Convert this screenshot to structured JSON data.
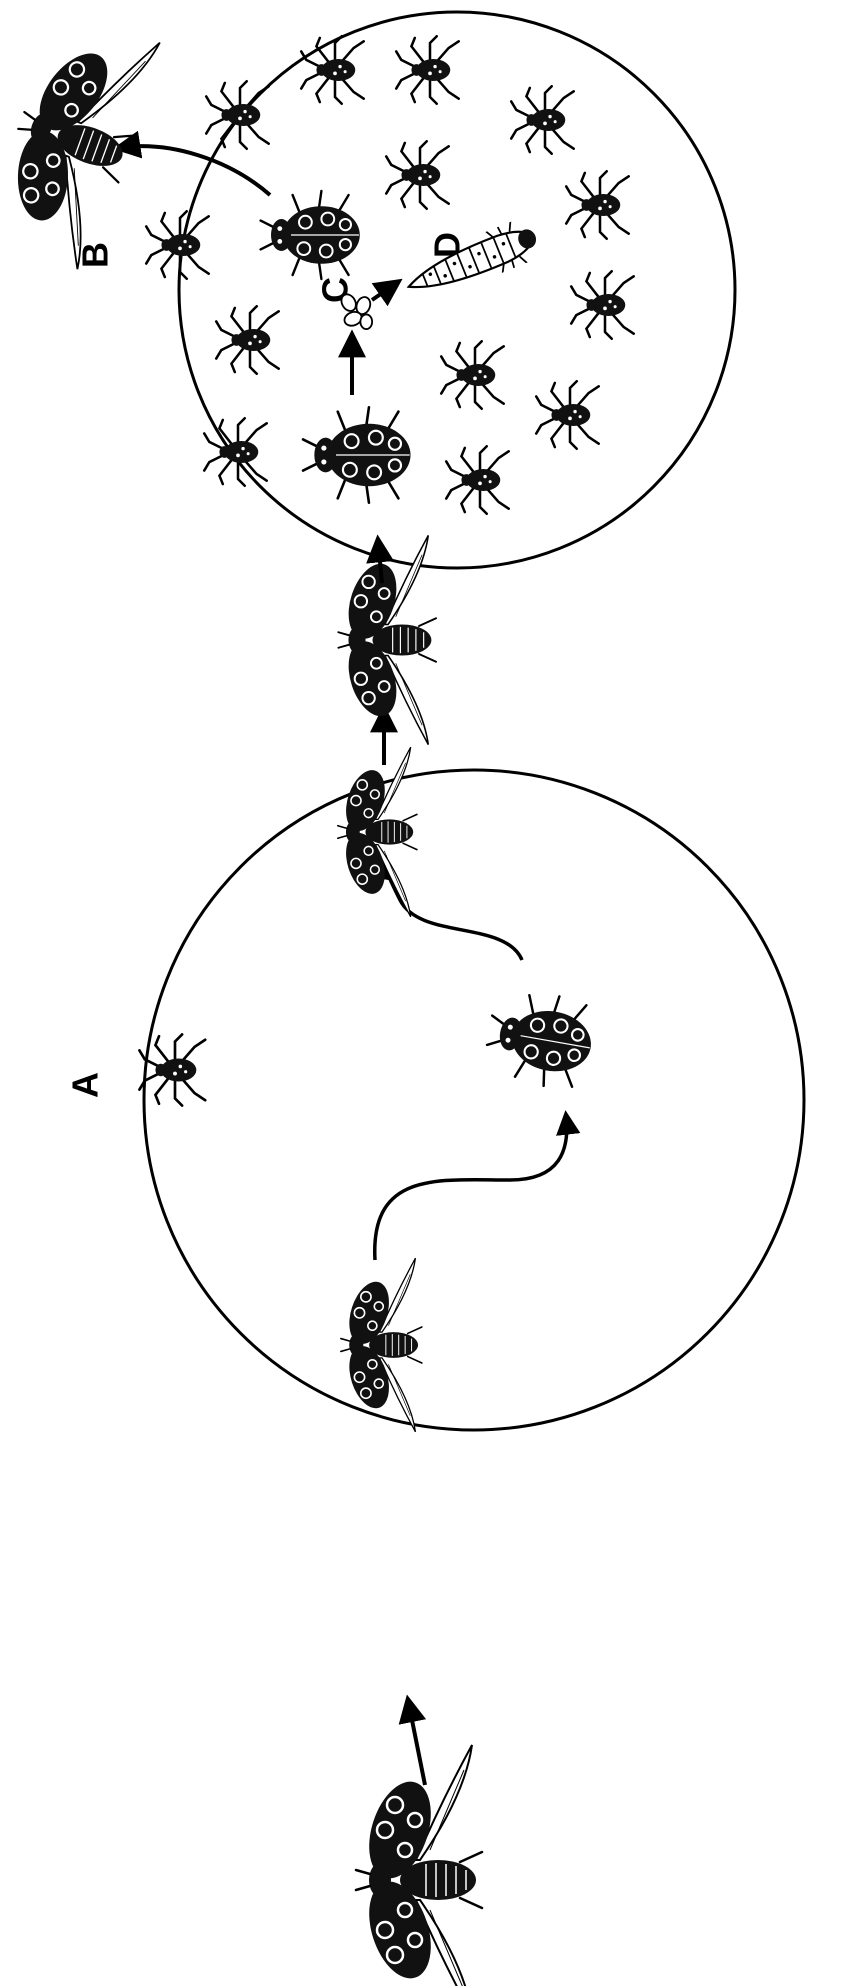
{
  "labels": {
    "a": "A",
    "b": "B",
    "c": "C",
    "d": "D"
  },
  "colors": {
    "ink": "#000000",
    "paper": "#ffffff"
  },
  "icons": {
    "flying_beetle": "ladybird-flying-icon",
    "walking_beetle": "ladybird-icon",
    "aphid": "aphid-icon",
    "eggs": "egg-cluster-icon",
    "larva": "larva-icon",
    "arrow": "arrow-icon"
  }
}
